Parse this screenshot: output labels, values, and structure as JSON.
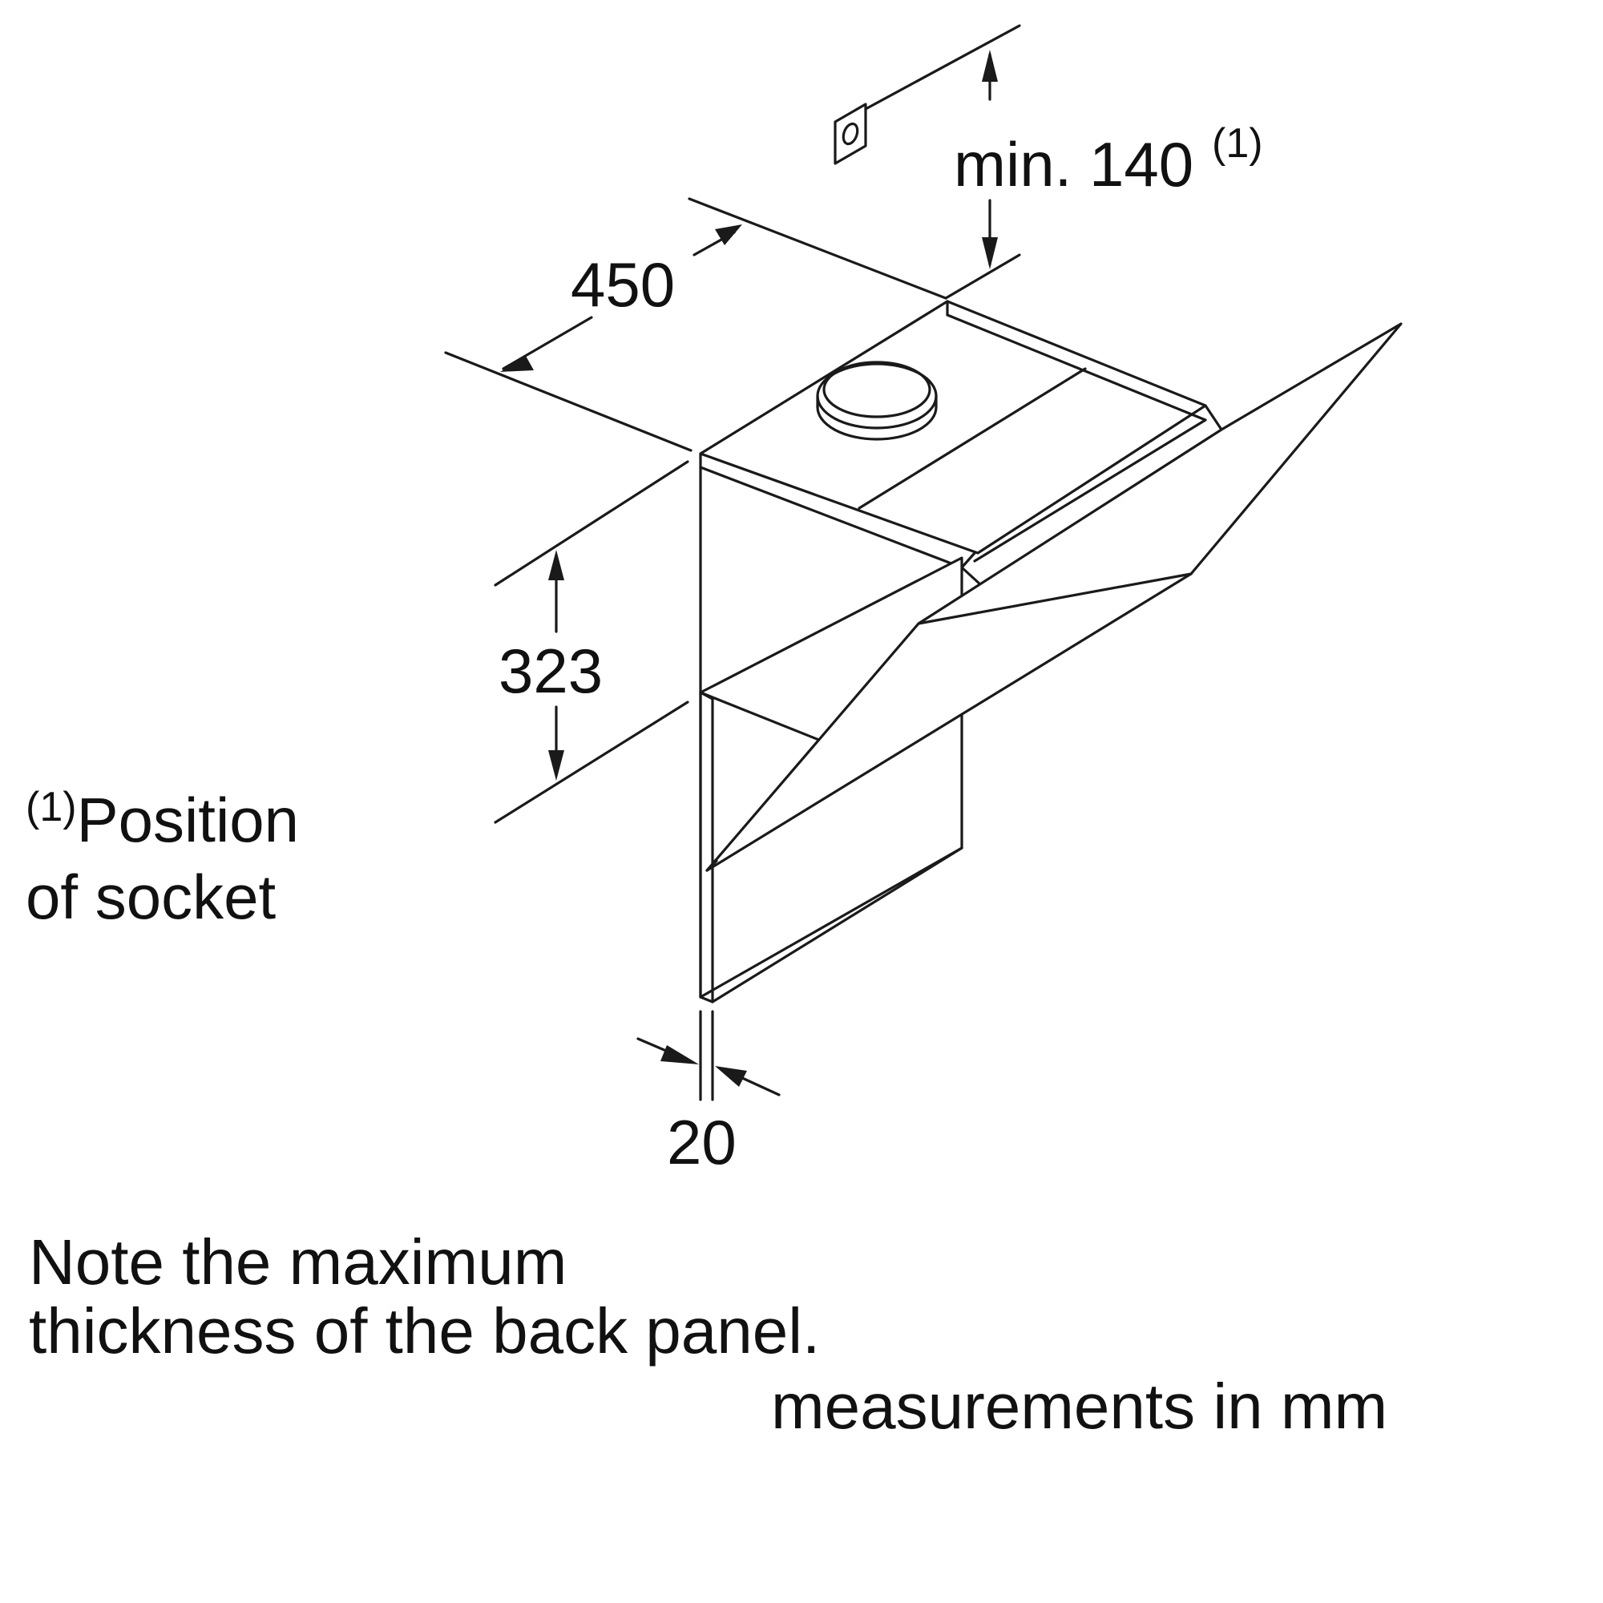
{
  "dimensions": {
    "socket_label": "min. 140",
    "socket_footnote_mark": "(1)",
    "depth": "450",
    "height": "323",
    "panel": "20"
  },
  "footnote": {
    "mark": "(1)",
    "line1": "Position",
    "line2": "of socket"
  },
  "notes": {
    "back_panel": "Note the maximum\nthickness of the back panel.",
    "units": "measurements in mm"
  }
}
